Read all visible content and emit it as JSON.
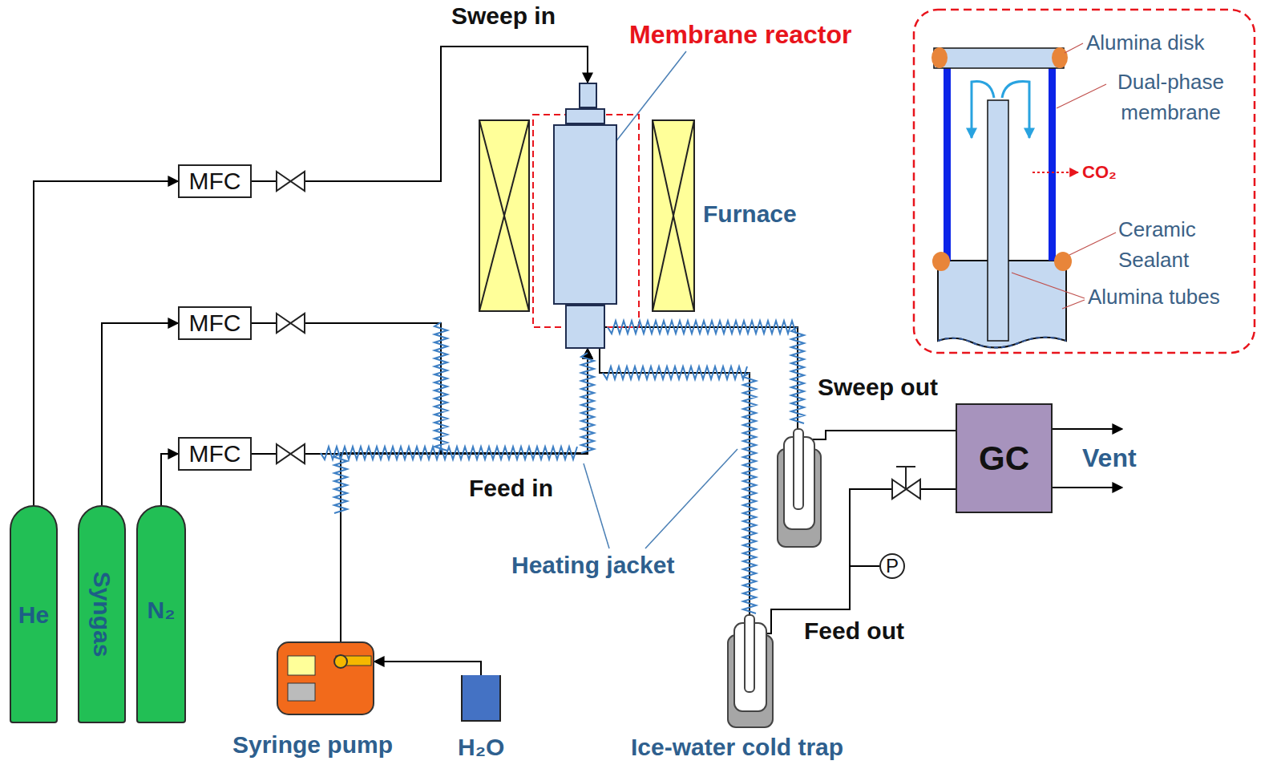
{
  "diagram": {
    "nodes": [
      {
        "text": [
          "He"
        ]
      },
      {
        "text": [
          "Syngas"
        ]
      },
      {
        "text": [
          "N₂"
        ]
      },
      {
        "text": [
          "MFC"
        ]
      },
      {
        "text": [
          "MFC"
        ]
      },
      {
        "text": [
          "MFC"
        ]
      },
      {
        "text": [
          "Membrane reactor"
        ]
      },
      {
        "text": [
          "Syringe pump"
        ]
      },
      {
        "text": [
          "H₂O"
        ]
      },
      {
        "text": [
          "GC"
        ]
      },
      {
        "text": [
          "P"
        ]
      }
    ],
    "edges": [
      {
        "from": 0,
        "to": 3,
        "arrow": "to"
      },
      {
        "from": 1,
        "to": 4,
        "arrow": "to"
      },
      {
        "from": 2,
        "to": 5,
        "arrow": "to"
      },
      {
        "from": 3,
        "to": 6,
        "arrow": "to"
      },
      {
        "from": 4,
        "to": 6,
        "arrow": "to"
      },
      {
        "from": 5,
        "to": 6,
        "arrow": "to"
      },
      {
        "from": 7,
        "to": 6,
        "arrow": "to"
      },
      {
        "from": 8,
        "to": 7,
        "arrow": "to"
      },
      {
        "from": 6,
        "to": 9,
        "arrow": "none"
      },
      {
        "from": 6,
        "to": 9,
        "arrow": "none"
      }
    ],
    "labels": [
      "Sweep in",
      "Furnace",
      "Feed in",
      "Heating jacket",
      "Sweep out",
      "Feed out",
      "Vent",
      "Ice-water cold trap",
      "Alumina disk",
      "Dual-phase membrane",
      "CO₂",
      "Ceramic Sealant",
      "Alumina tubes"
    ]
  }
}
